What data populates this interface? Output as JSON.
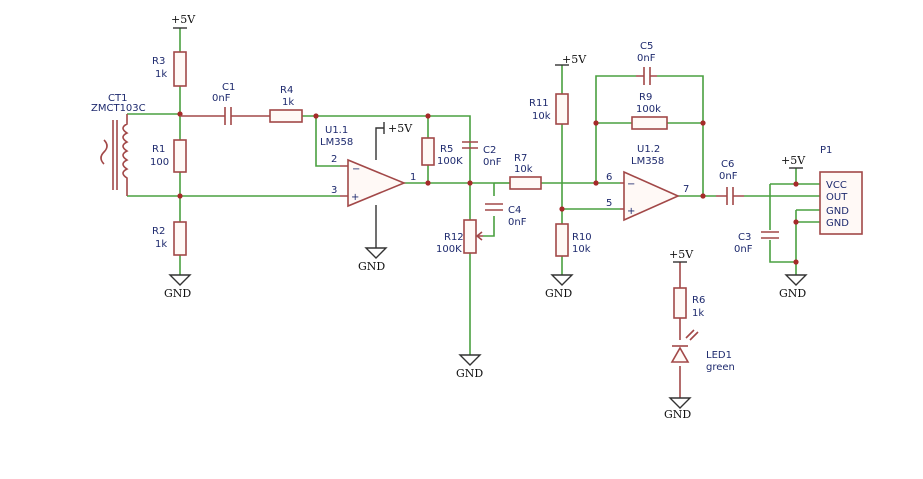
{
  "supply": {
    "vcc": "+5V",
    "gnd": "GND"
  },
  "components": {
    "ct1": {
      "ref": "CT1",
      "value": "ZMCT103C"
    },
    "r1": {
      "ref": "R1",
      "value": "100"
    },
    "r2": {
      "ref": "R2",
      "value": "1k"
    },
    "r3": {
      "ref": "R3",
      "value": "1k"
    },
    "r4": {
      "ref": "R4",
      "value": "1k"
    },
    "r5": {
      "ref": "R5",
      "value": "100K"
    },
    "r6": {
      "ref": "R6",
      "value": "1k"
    },
    "r7": {
      "ref": "R7",
      "value": "10k"
    },
    "r9": {
      "ref": "R9",
      "value": "100k"
    },
    "r10": {
      "ref": "R10",
      "value": "10k"
    },
    "r11": {
      "ref": "R11",
      "value": "10k"
    },
    "r12": {
      "ref": "R12",
      "value": "100K"
    },
    "c1": {
      "ref": "C1",
      "value": "0nF"
    },
    "c2": {
      "ref": "C2",
      "value": "0nF"
    },
    "c3": {
      "ref": "C3",
      "value": "0nF"
    },
    "c4": {
      "ref": "C4",
      "value": "0nF"
    },
    "c5": {
      "ref": "C5",
      "value": "0nF"
    },
    "c6": {
      "ref": "C6",
      "value": "0nF"
    },
    "u1a": {
      "ref": "U1.1",
      "value": "LM358"
    },
    "u1b": {
      "ref": "U1.2",
      "value": "LM358"
    },
    "led1": {
      "ref": "LED1",
      "value": "green"
    },
    "p1": {
      "ref": "P1",
      "pins": [
        "VCC",
        "OUT",
        "GND",
        "GND"
      ]
    }
  },
  "pins": {
    "u1a_in_neg": "2",
    "u1a_in_pos": "3",
    "u1a_out": "1",
    "u1b_in_neg": "6",
    "u1b_in_pos": "5",
    "u1b_out": "7"
  },
  "opamp_signs": {
    "minus": "−",
    "plus": "+"
  }
}
